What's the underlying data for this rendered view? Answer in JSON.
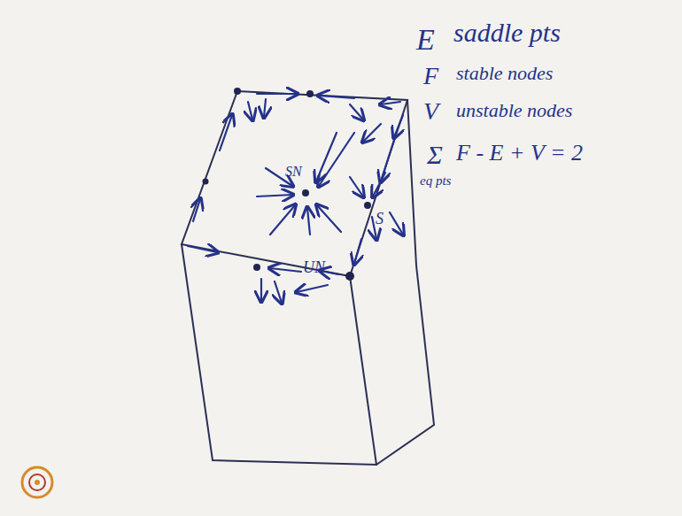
{
  "diagram": {
    "labels": [
      "E",
      "saddle pts",
      "F",
      "stable nodes",
      "V",
      "unstable nodes",
      "Σ",
      "eq pts",
      "F - E + V = 2",
      "SN",
      "S",
      "UN"
    ]
  }
}
